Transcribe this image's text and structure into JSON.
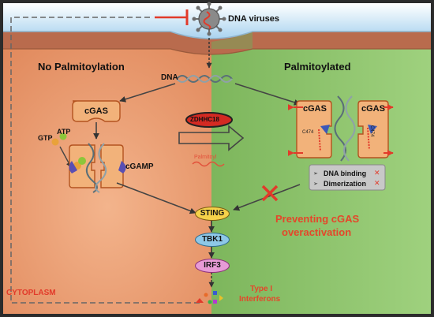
{
  "top": {
    "virus_label": "DNA viruses"
  },
  "left": {
    "title": "No Palmitoylation",
    "dna_label": "DNA",
    "cgas_label": "cGAS",
    "gtp_label": "GTP",
    "atp_label": "ATP",
    "cgamp_label": "cGAMP",
    "cytoplasm_label": "CYTOPLASM"
  },
  "middle": {
    "enzyme_label": "ZDHHC18",
    "palmitoyl_label": "Palmitoyl"
  },
  "right": {
    "title": "Palmitoylated",
    "cgas_left_label": "cGAS",
    "cgas_right_label": "cGAS",
    "c474_left": "C474",
    "c474_right": "C474",
    "inhibition_list": [
      "DNA binding",
      "Dimerization"
    ],
    "outcome_line1": "Preventing cGAS",
    "outcome_line2": "overactivation"
  },
  "pathway": {
    "sting": "STING",
    "tbk1": "TBK1",
    "irf3": "IRF3",
    "ifn_line1": "Type I",
    "ifn_line2": "Interferons"
  },
  "colors": {
    "left_bg": "#e8956a",
    "right_bg": "#8cc46e",
    "membrane": "#cfe6f6",
    "cgas_fill": "#f2b27a",
    "cgas_stroke": "#b3531f",
    "inhibit_red": "#e23a2a",
    "outcome_red": "#e5462a",
    "sting_fill": "#f6d24a",
    "tbk1_fill": "#8ec8e8",
    "irf3_fill": "#e79bd6",
    "enzyme_fill": "#d42a22"
  }
}
